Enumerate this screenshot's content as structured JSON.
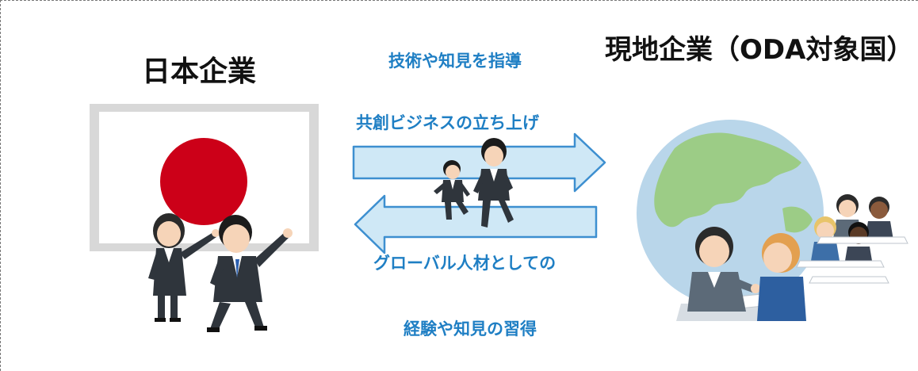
{
  "labels": {
    "left_title": "日本企業",
    "right_title": "現地企業（ODA対象国）",
    "forward_1": "技術や知見を指導",
    "forward_2": "共創ビジネスの立ち上げ",
    "return_1": "グローバル人材としての",
    "return_2": "経験や知見の習得"
  },
  "colors": {
    "arrow_fill": "#cfe8f6",
    "arrow_stroke": "#3d8fd0",
    "label_blue": "#1f7fc4",
    "flag_red": "#cc0018",
    "globe_ocean": "#b9d6ea",
    "globe_land": "#9ccc86",
    "suit": "#2f353c"
  },
  "icons": {
    "left_illustration": "japan-flag-with-business-people-icon",
    "right_illustration": "globe-with-meeting-people-icon",
    "center_runners": "running-business-people-icon",
    "arrow_right": "arrow-right-icon",
    "arrow_left": "arrow-left-icon"
  }
}
